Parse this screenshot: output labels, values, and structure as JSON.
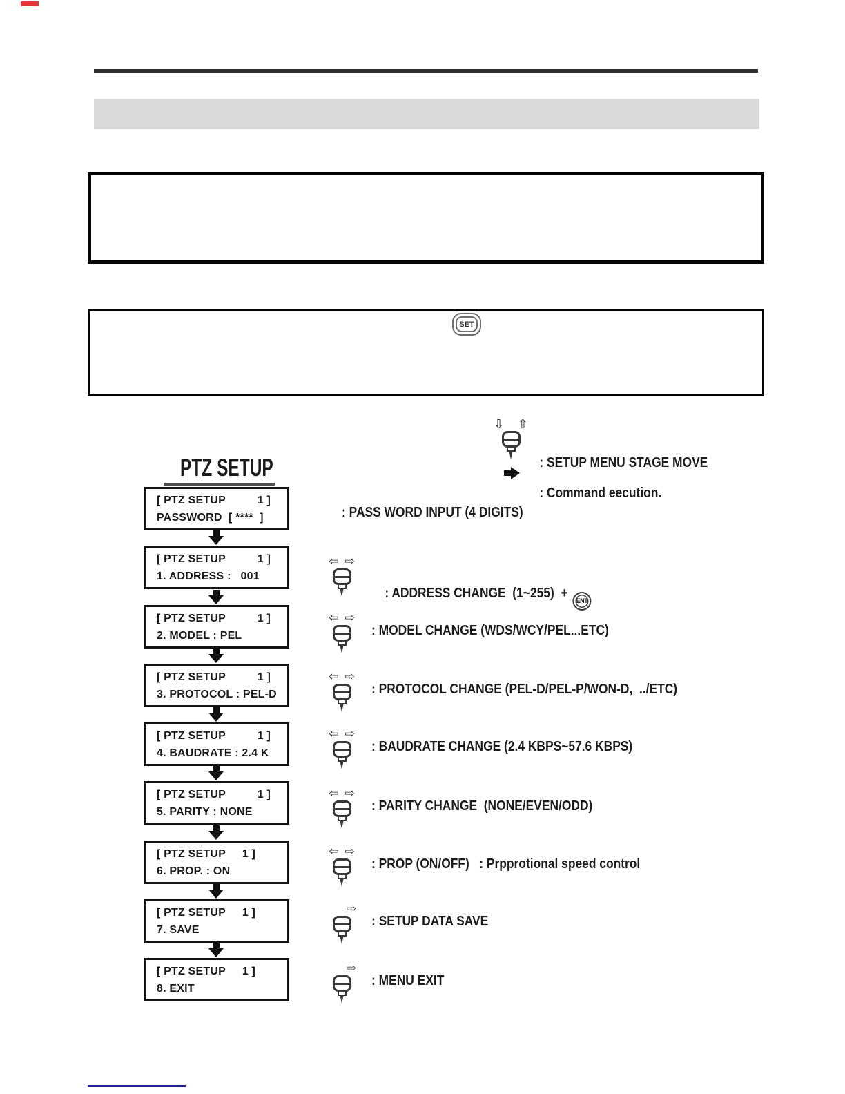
{
  "colors": {
    "rule": "#2f2f2f",
    "section_bar": "#d9d9d9",
    "box_border": "#050505",
    "ink": "#1a1a1a",
    "footer_link_line": "#1c1c90",
    "red_artifact": "#e03838"
  },
  "icons": {
    "arrow_left_hollow": "⇦",
    "arrow_right_hollow": "⇨",
    "arrow_up_hollow": "⇧",
    "arrow_down_hollow": "⇩",
    "joystick": "joystick-icon",
    "flow_arrow": "solid-down-arrow",
    "command_arrow": "solid-right-arrow"
  },
  "set_button": {
    "label": "SET"
  },
  "diagram": {
    "title": "PTZ SETUP",
    "legend": [
      {
        "text": ": SETUP MENU STAGE MOVE"
      },
      {
        "text": ": Command eecution."
      }
    ],
    "steps": [
      {
        "line1_left": "[ PTZ SETUP",
        "line1_right": "1 ]",
        "line2": "PASSWORD  [ ****  ]",
        "desc": ": PASS WORD INPUT (4 DIGITS)"
      },
      {
        "line1_left": "[ PTZ SETUP",
        "line1_right": "1 ]",
        "line2": "1. ADDRESS :   001",
        "desc": ": ADDRESS CHANGE  (1~255)  + ",
        "ent": "ENT"
      },
      {
        "line1_left": "[ PTZ SETUP",
        "line1_right": "1 ]",
        "line2": "2. MODEL : PEL",
        "desc": ": MODEL CHANGE (WDS/WCY/PEL...ETC)"
      },
      {
        "line1_left": "[ PTZ SETUP",
        "line1_right": "1 ]",
        "line2": "3. PROTOCOL : PEL-D",
        "desc": ": PROTOCOL CHANGE (PEL-D/PEL-P/WON-D,  ../ETC)"
      },
      {
        "line1_left": "[ PTZ SETUP",
        "line1_right": "1 ]",
        "line2": "4. BAUDRATE : 2.4 K",
        "desc": ": BAUDRATE CHANGE (2.4 KBPS~57.6 KBPS)"
      },
      {
        "line1_left": "[ PTZ SETUP",
        "line1_right": "1 ]",
        "line2": "5. PARITY : NONE",
        "desc": ": PARITY CHANGE  (NONE/EVEN/ODD)"
      },
      {
        "line1_left": "[ PTZ SETUP",
        "line1_right": "1 ]",
        "line2": "6. PROP. : ON",
        "desc": ": PROP (ON/OFF)   : Prpprotional speed control"
      },
      {
        "line1_left": "[ PTZ SETUP",
        "line1_right": "1 ]",
        "line2": "7. SAVE",
        "desc": ": SETUP DATA SAVE"
      },
      {
        "line1_left": "[ PTZ SETUP",
        "line1_right": "1 ]",
        "line2": "8. EXIT",
        "desc": ": MENU EXIT"
      }
    ]
  }
}
